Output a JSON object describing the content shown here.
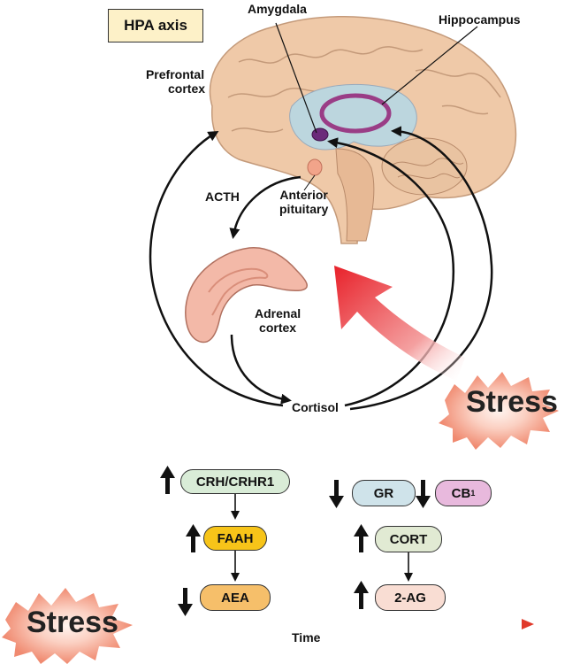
{
  "title": "HPA axis",
  "labels": {
    "amygdala": "Amygdala",
    "hippocampus": "Hippocampus",
    "prefrontal_line1": "Prefrontal",
    "prefrontal_line2": "cortex",
    "acth": "ACTH",
    "anterior_line1": "Anterior",
    "anterior_line2": "pituitary",
    "adrenal_line1": "Adrenal",
    "adrenal_line2": "cortex",
    "cortisol": "Cortisol",
    "stress_top": "Stress"
  },
  "pathway": {
    "left": {
      "crh": "CRH/CRHR1",
      "faah": "FAAH",
      "aea": "AEA"
    },
    "right": {
      "gr": "GR",
      "cb1": "CB",
      "cb1_sub": "1",
      "cort": "CORT",
      "two_ag": "2-AG"
    }
  },
  "timeline": {
    "stress": "Stress",
    "time": "Time"
  },
  "colors": {
    "title_bg": "#fdf1c8",
    "brain": "#efc9a8",
    "adrenal": "#f3b9a8",
    "stress_arrow": "#e8212a",
    "timeline": "#e04a3a",
    "crh": "#d9ecd7",
    "faah": "#f7c419",
    "aea": "#f6bf6a",
    "gr": "#cfe3ea",
    "cb1": "#e8b9dd",
    "cort": "#e1ead3",
    "two_ag": "#f9ddd3"
  }
}
